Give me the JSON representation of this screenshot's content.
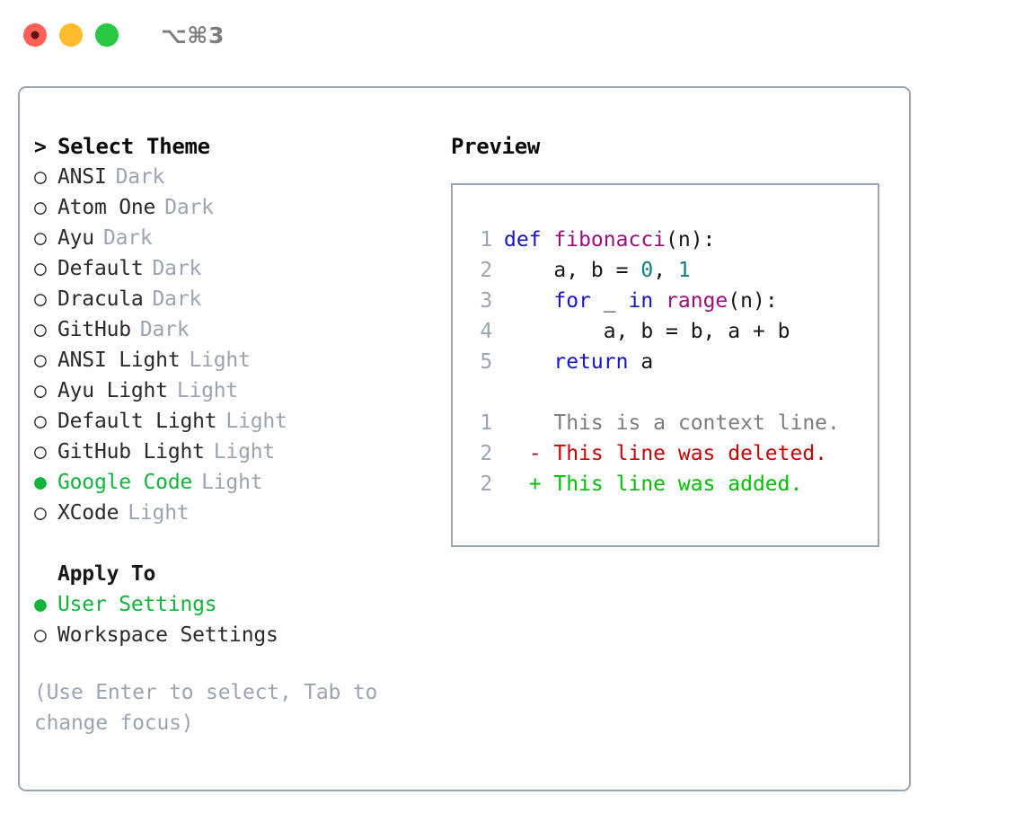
{
  "window": {
    "title": "⌥⌘3",
    "traffic_lights": [
      "close",
      "minimize",
      "zoom"
    ]
  },
  "theme_selector": {
    "heading": "Select Theme",
    "heading_marker": ">",
    "items": [
      {
        "marker": "○",
        "label": "ANSI",
        "badge": "Dark",
        "selected": false
      },
      {
        "marker": "○",
        "label": "Atom One",
        "badge": "Dark",
        "selected": false
      },
      {
        "marker": "○",
        "label": "Ayu",
        "badge": "Dark",
        "selected": false
      },
      {
        "marker": "○",
        "label": "Default",
        "badge": "Dark",
        "selected": false
      },
      {
        "marker": "○",
        "label": "Dracula",
        "badge": "Dark",
        "selected": false
      },
      {
        "marker": "○",
        "label": "GitHub",
        "badge": "Dark",
        "selected": false
      },
      {
        "marker": "○",
        "label": "ANSI Light",
        "badge": "Light",
        "selected": false
      },
      {
        "marker": "○",
        "label": "Ayu Light",
        "badge": "Light",
        "selected": false
      },
      {
        "marker": "○",
        "label": "Default Light",
        "badge": "Light",
        "selected": false
      },
      {
        "marker": "○",
        "label": "GitHub Light",
        "badge": "Light",
        "selected": false
      },
      {
        "marker": "●",
        "label": "Google Code",
        "badge": "Light",
        "selected": true
      },
      {
        "marker": "○",
        "label": "XCode",
        "badge": "Light",
        "selected": false
      }
    ]
  },
  "apply_to": {
    "heading": "Apply To",
    "items": [
      {
        "marker": "●",
        "label": "User Settings",
        "selected": true
      },
      {
        "marker": "○",
        "label": "Workspace Settings",
        "selected": false
      }
    ]
  },
  "hint": "(Use Enter to select, Tab to change focus)",
  "preview": {
    "title": "Preview",
    "code_lines": [
      {
        "no": "1",
        "tokens": [
          {
            "t": "def ",
            "c": "tok-kw"
          },
          {
            "t": "fibonacci",
            "c": "tok-fn"
          },
          {
            "t": "(n):",
            "c": "tok-punct"
          }
        ]
      },
      {
        "no": "2",
        "tokens": [
          {
            "t": "    a, b = ",
            "c": "tok-plain"
          },
          {
            "t": "0",
            "c": "tok-num"
          },
          {
            "t": ", ",
            "c": "tok-plain"
          },
          {
            "t": "1",
            "c": "tok-num"
          }
        ]
      },
      {
        "no": "3",
        "tokens": [
          {
            "t": "    ",
            "c": "tok-plain"
          },
          {
            "t": "for",
            "c": "tok-kw"
          },
          {
            "t": " _ ",
            "c": "tok-plain"
          },
          {
            "t": "in",
            "c": "tok-kw"
          },
          {
            "t": " ",
            "c": "tok-plain"
          },
          {
            "t": "range",
            "c": "tok-fn"
          },
          {
            "t": "(n):",
            "c": "tok-punct"
          }
        ]
      },
      {
        "no": "4",
        "tokens": [
          {
            "t": "        a, b = b, a + b",
            "c": "tok-plain"
          }
        ]
      },
      {
        "no": "5",
        "tokens": [
          {
            "t": "    ",
            "c": "tok-plain"
          },
          {
            "t": "return",
            "c": "tok-kw"
          },
          {
            "t": " a",
            "c": "tok-plain"
          }
        ]
      }
    ],
    "diff_lines": [
      {
        "no": "1",
        "sign": " ",
        "text": "This is a context line.",
        "kind": "diff-ctx"
      },
      {
        "no": "2",
        "sign": "-",
        "text": "This line was deleted.",
        "kind": "diff-del"
      },
      {
        "no": "2",
        "sign": "+",
        "text": "This line was added.",
        "kind": "diff-add"
      }
    ]
  },
  "colors": {
    "accent_green": "#14b33c",
    "muted": "#9aa5b4",
    "keyword": "#1414c8",
    "function": "#9c0f7a",
    "number": "#0e8080",
    "diff_added": "#00c000",
    "diff_deleted": "#cc0000",
    "border": "#9aa5b4"
  }
}
